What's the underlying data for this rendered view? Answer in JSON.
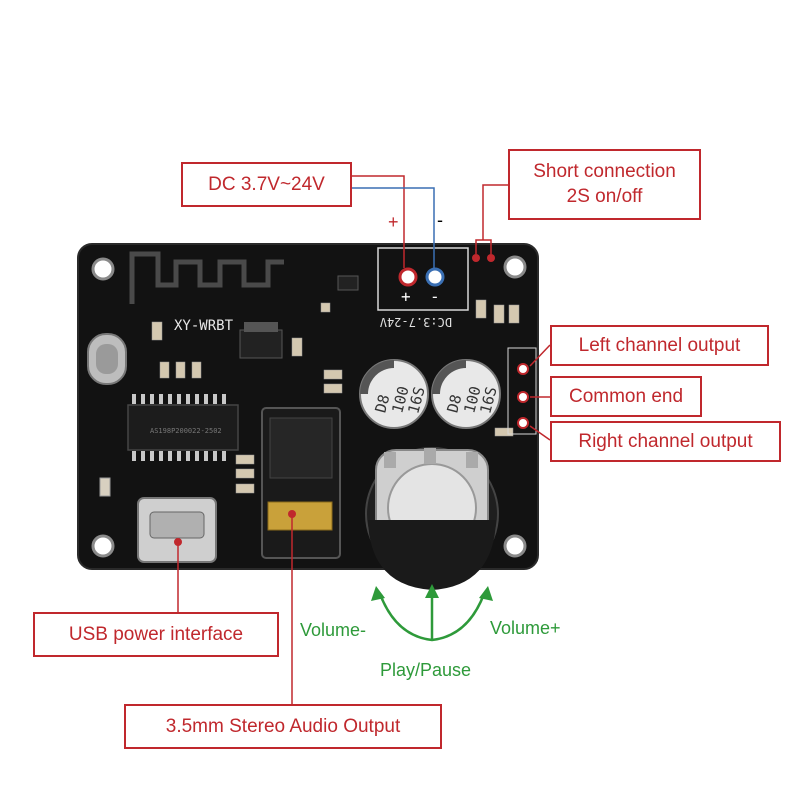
{
  "callouts": {
    "dc_power": "DC 3.7V~24V",
    "short_connection_line1": "Short connection",
    "short_connection_line2": "2S on/off",
    "left_channel": "Left channel output",
    "common_end": "Common end",
    "right_channel": "Right channel output",
    "usb_power": "USB power interface",
    "audio_output": "3.5mm Stereo Audio Output"
  },
  "polarity": {
    "plus": "+",
    "minus": "-"
  },
  "controls": {
    "volume_minus": "Volume-",
    "volume_plus": "Volume+",
    "play_pause": "Play/Pause"
  },
  "board": {
    "model": "XY-WRBT",
    "power_marking": "DC:3.7-24V",
    "cap_left": [
      "D8",
      "100",
      "16S"
    ],
    "cap_right": [
      "D8",
      "100",
      "16S"
    ],
    "chip_marking": "AS198P200022-2502"
  },
  "colors": {
    "callout_red": "#c0282d",
    "control_green": "#2e9a3a",
    "pcb": "#111111",
    "wire_blue": "#3a6fb3"
  }
}
